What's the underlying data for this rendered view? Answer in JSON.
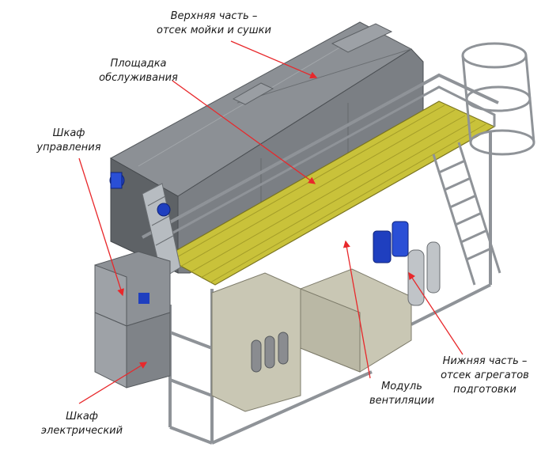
{
  "labels": {
    "upper": [
      "Верхняя часть –",
      "отсек мойки и сушки"
    ],
    "platform": [
      "Площадка",
      "обслуживания"
    ],
    "control_cabinet": [
      "Шкаф",
      "управления"
    ],
    "electric_cabinet": [
      "Шкаф",
      "электрический"
    ],
    "ventilation": [
      "Модуль",
      "вентиляции"
    ],
    "lower": [
      "Нижняя часть –",
      "отсек агрегатов",
      "подготовки"
    ]
  },
  "colors": {
    "arrow": "#e8282b",
    "frame": "#8f9398",
    "housing": "#6e7276",
    "grating": "#c9c23a",
    "tank": "#c9c7b4",
    "pump": "#1f3fbf"
  }
}
